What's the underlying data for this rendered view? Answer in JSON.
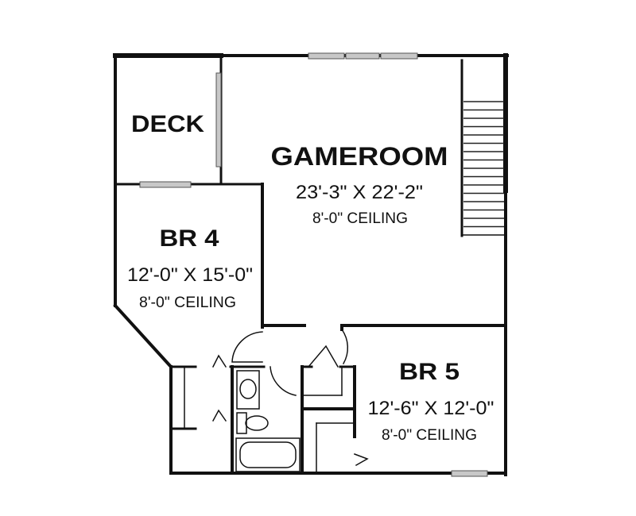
{
  "rooms": {
    "deck": {
      "name": "DECK"
    },
    "gameroom": {
      "name": "GAMEROOM",
      "dimensions": "23'-3\" X 22'-2\"",
      "ceiling": "8'-0\" CEILING"
    },
    "br4": {
      "name": "BR 4",
      "dimensions": "12'-0\" X 15'-0\"",
      "ceiling": "8'-0\" CEILING"
    },
    "br5": {
      "name": "BR 5",
      "dimensions": "12'-6\" X 12'-0\"",
      "ceiling": "8'-0\" CEILING"
    }
  },
  "colors": {
    "wall": "#111111",
    "window": "#c8c8c8",
    "background": "#ffffff"
  }
}
